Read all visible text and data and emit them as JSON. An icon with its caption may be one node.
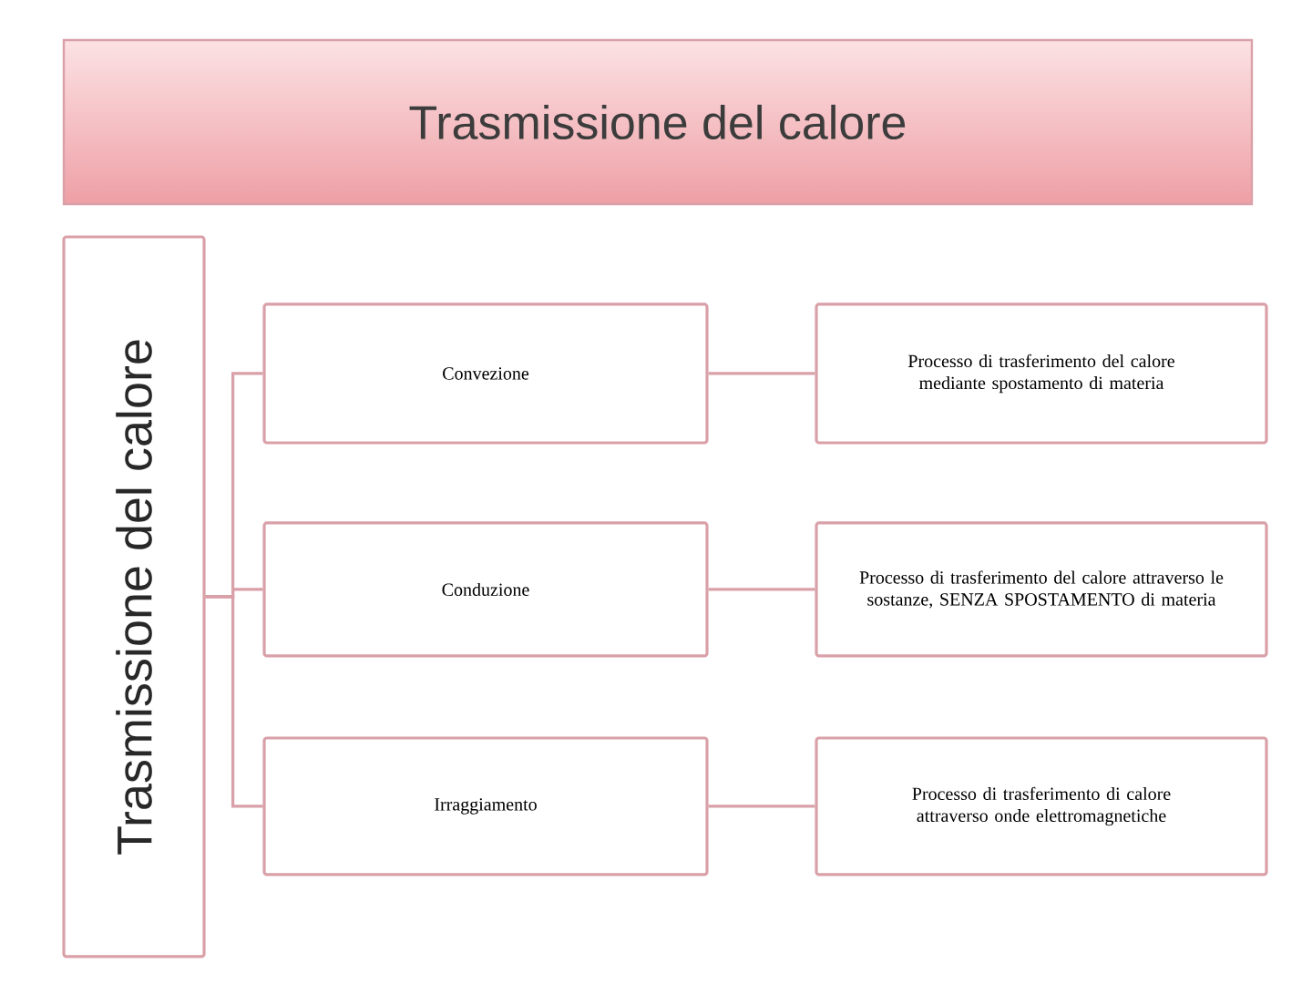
{
  "diagram": {
    "title": "Trasmissione del calore",
    "nodes": [
      {
        "text": [
          "Trasmissione del calore"
        ]
      },
      {
        "text": [
          "Convezione"
        ]
      },
      {
        "text": [
          "Processo di trasferimento del calore mediante spostamento di materia"
        ]
      },
      {
        "text": [
          "Conduzione"
        ]
      },
      {
        "text": [
          "Processo di trasferimento del calore attraverso le sostanze, SENZA SPOSTAMENTO di materia"
        ]
      },
      {
        "text": [
          "Irraggiamento"
        ]
      },
      {
        "text": [
          "Processo di trasferimento di calore attraverso onde elettromagnetiche"
        ]
      }
    ],
    "edges": [
      {
        "from": 0,
        "to": 1,
        "arrow": "none"
      },
      {
        "from": 0,
        "to": 3,
        "arrow": "none"
      },
      {
        "from": 0,
        "to": 5,
        "arrow": "none"
      },
      {
        "from": 1,
        "to": 2,
        "arrow": "none"
      },
      {
        "from": 3,
        "to": 4,
        "arrow": "none"
      },
      {
        "from": 5,
        "to": 6,
        "arrow": "none"
      }
    ]
  }
}
